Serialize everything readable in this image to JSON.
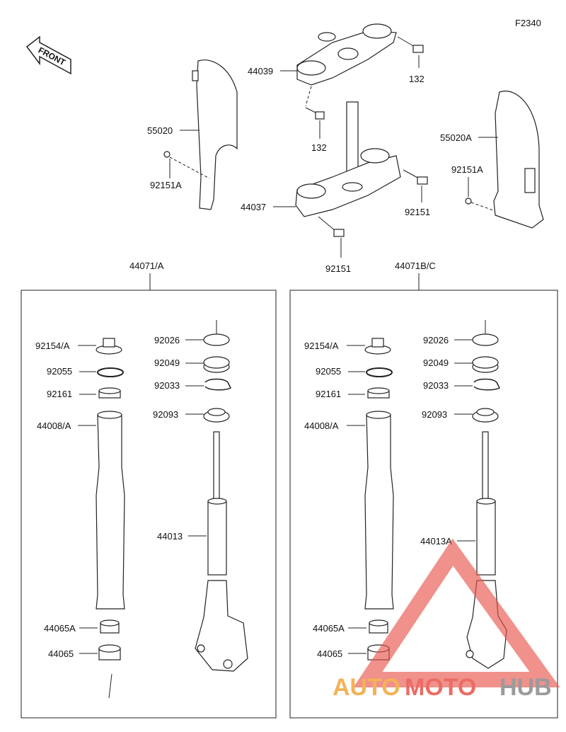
{
  "diagram_code": "F2340",
  "front_marker": "FRONT",
  "labels": {
    "p44039": "44039",
    "p132a": "132",
    "p132b": "132",
    "p55020": "55020",
    "p92151a_l": "92151A",
    "p44037": "44037",
    "p92151_r": "92151",
    "p92151_b": "92151",
    "p55020a": "55020A",
    "p92151a_r": "92151A"
  },
  "groups": [
    {
      "title": "44071/A",
      "parts": {
        "cap": "92154/A",
        "oring": "92055",
        "ring": "92161",
        "tube": "44008/A",
        "b1": "44065A",
        "b2": "44065",
        "seal1": "92026",
        "seal2": "92049",
        "clip": "92033",
        "seal3": "92093",
        "slider": "44013"
      }
    },
    {
      "title": "44071B/C",
      "parts": {
        "cap": "92154/A",
        "oring": "92055",
        "ring": "92161",
        "tube": "44008/A",
        "b1": "44065A",
        "b2": "44065",
        "seal1": "92026",
        "seal2": "92049",
        "clip": "92033",
        "seal3": "92093",
        "slider": "44013A"
      }
    }
  ],
  "watermark": {
    "part1": "AUTO",
    "part2": "MOTO",
    "part3": "HUB",
    "colors": {
      "orange": "#f2a53a",
      "red": "#e8534a",
      "gray": "#8a8a8a"
    }
  }
}
